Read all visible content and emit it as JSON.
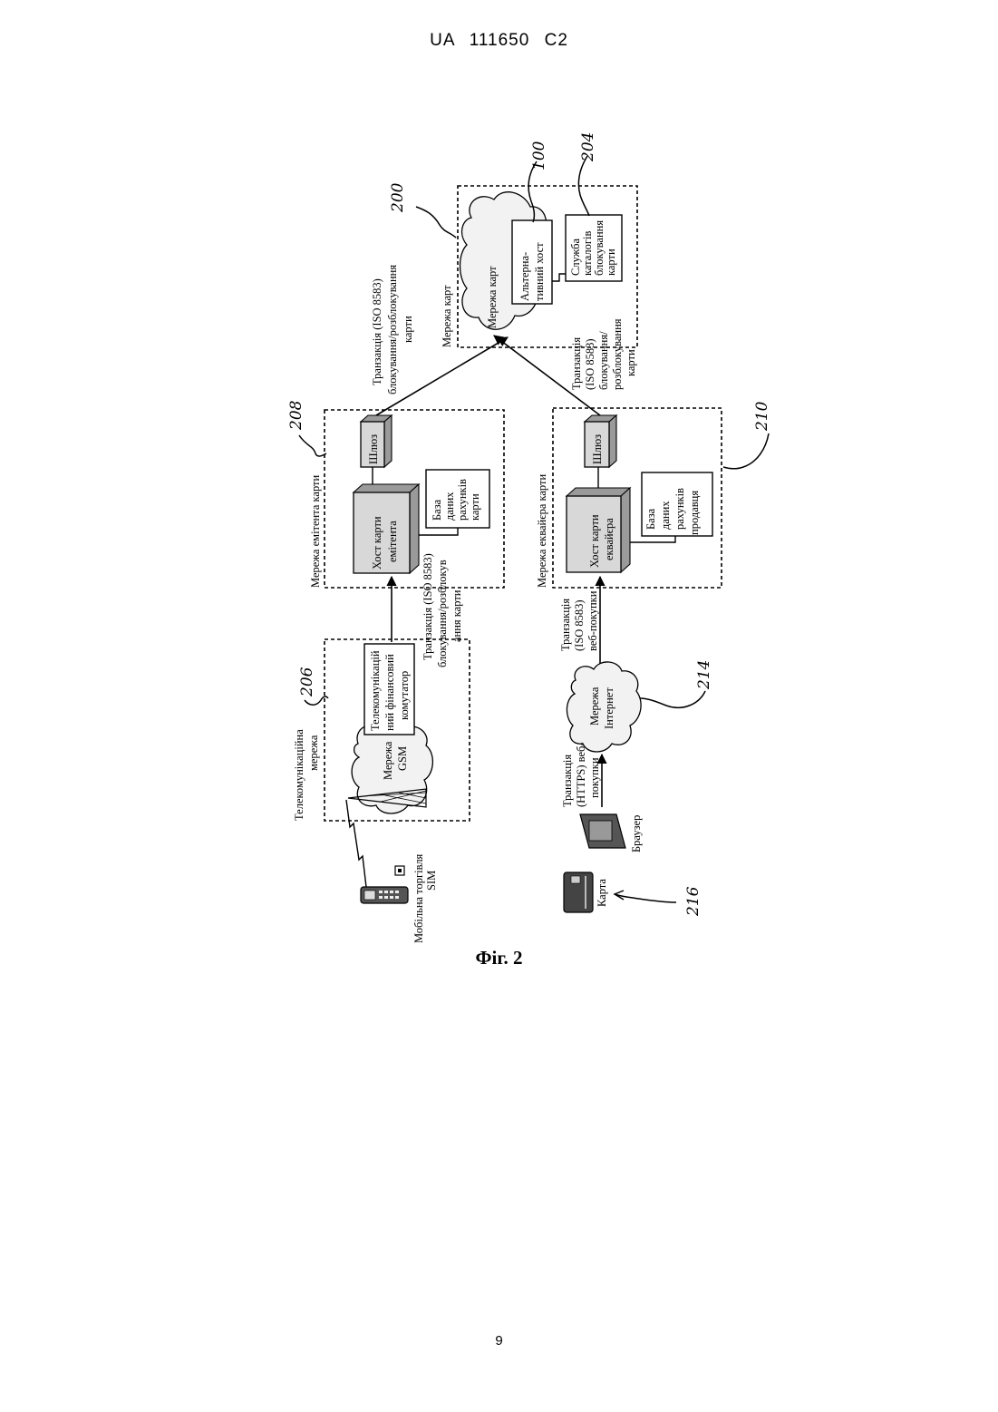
{
  "header": {
    "doc_id": "UA   111650   C2"
  },
  "figure": {
    "caption": "Фіг. 2",
    "ref_numbers": [
      "200",
      "100",
      "204",
      "208",
      "206",
      "210",
      "214",
      "216"
    ],
    "labels": {
      "card_network": "Мережа карт",
      "card_network_cloud": "Мережа карт",
      "alt_host": [
        "Альтерна-",
        "тивний хост"
      ],
      "catalog_service": [
        "Служба",
        "каталогів",
        "блокування",
        "карти"
      ],
      "tx_top": [
        "Транзакція (ISO 8583)",
        "блокування/розблокування",
        "карти"
      ],
      "tx_right": [
        "Транзакція",
        "(ISO 8583)",
        "блокування/",
        "розблокування",
        "карти"
      ],
      "issuer_network": "Мережа емітента карти",
      "gateway": "Шлюз",
      "issuer_host": [
        "Хост карти",
        "емітента"
      ],
      "issuer_db": [
        "База",
        "даних",
        "рахунків",
        "карти"
      ],
      "acquirer_network": "Мережа еквайєра карти",
      "acquirer_host": [
        "Хост карти",
        "еквайєра"
      ],
      "merchant_db": [
        "База",
        "даних",
        "рахунків",
        "продавця"
      ],
      "tx_mid": [
        "Транзакція (ISO 8583)",
        "блокування/розблокув",
        "ання карти"
      ],
      "tx_web": [
        "Транзакція",
        "(ISO 8583)",
        "веб-покупки"
      ],
      "telecom_network": [
        "Телекомунікаційна",
        "мережа"
      ],
      "gsm_network": [
        "Мережа",
        "GSM"
      ],
      "telecom_switch": [
        "Телекомунікацій",
        "ний фінансовий",
        "комутатор"
      ],
      "internet": [
        "Мережа",
        "Інтернет"
      ],
      "tx_https": [
        "Транзакція",
        "(HTTPS) веб-",
        "покупки"
      ],
      "browser": "Браузер",
      "mobile_commerce": "Мобільна торгівля",
      "sim": "SIM",
      "card": "Карта"
    }
  },
  "page_number": "9"
}
